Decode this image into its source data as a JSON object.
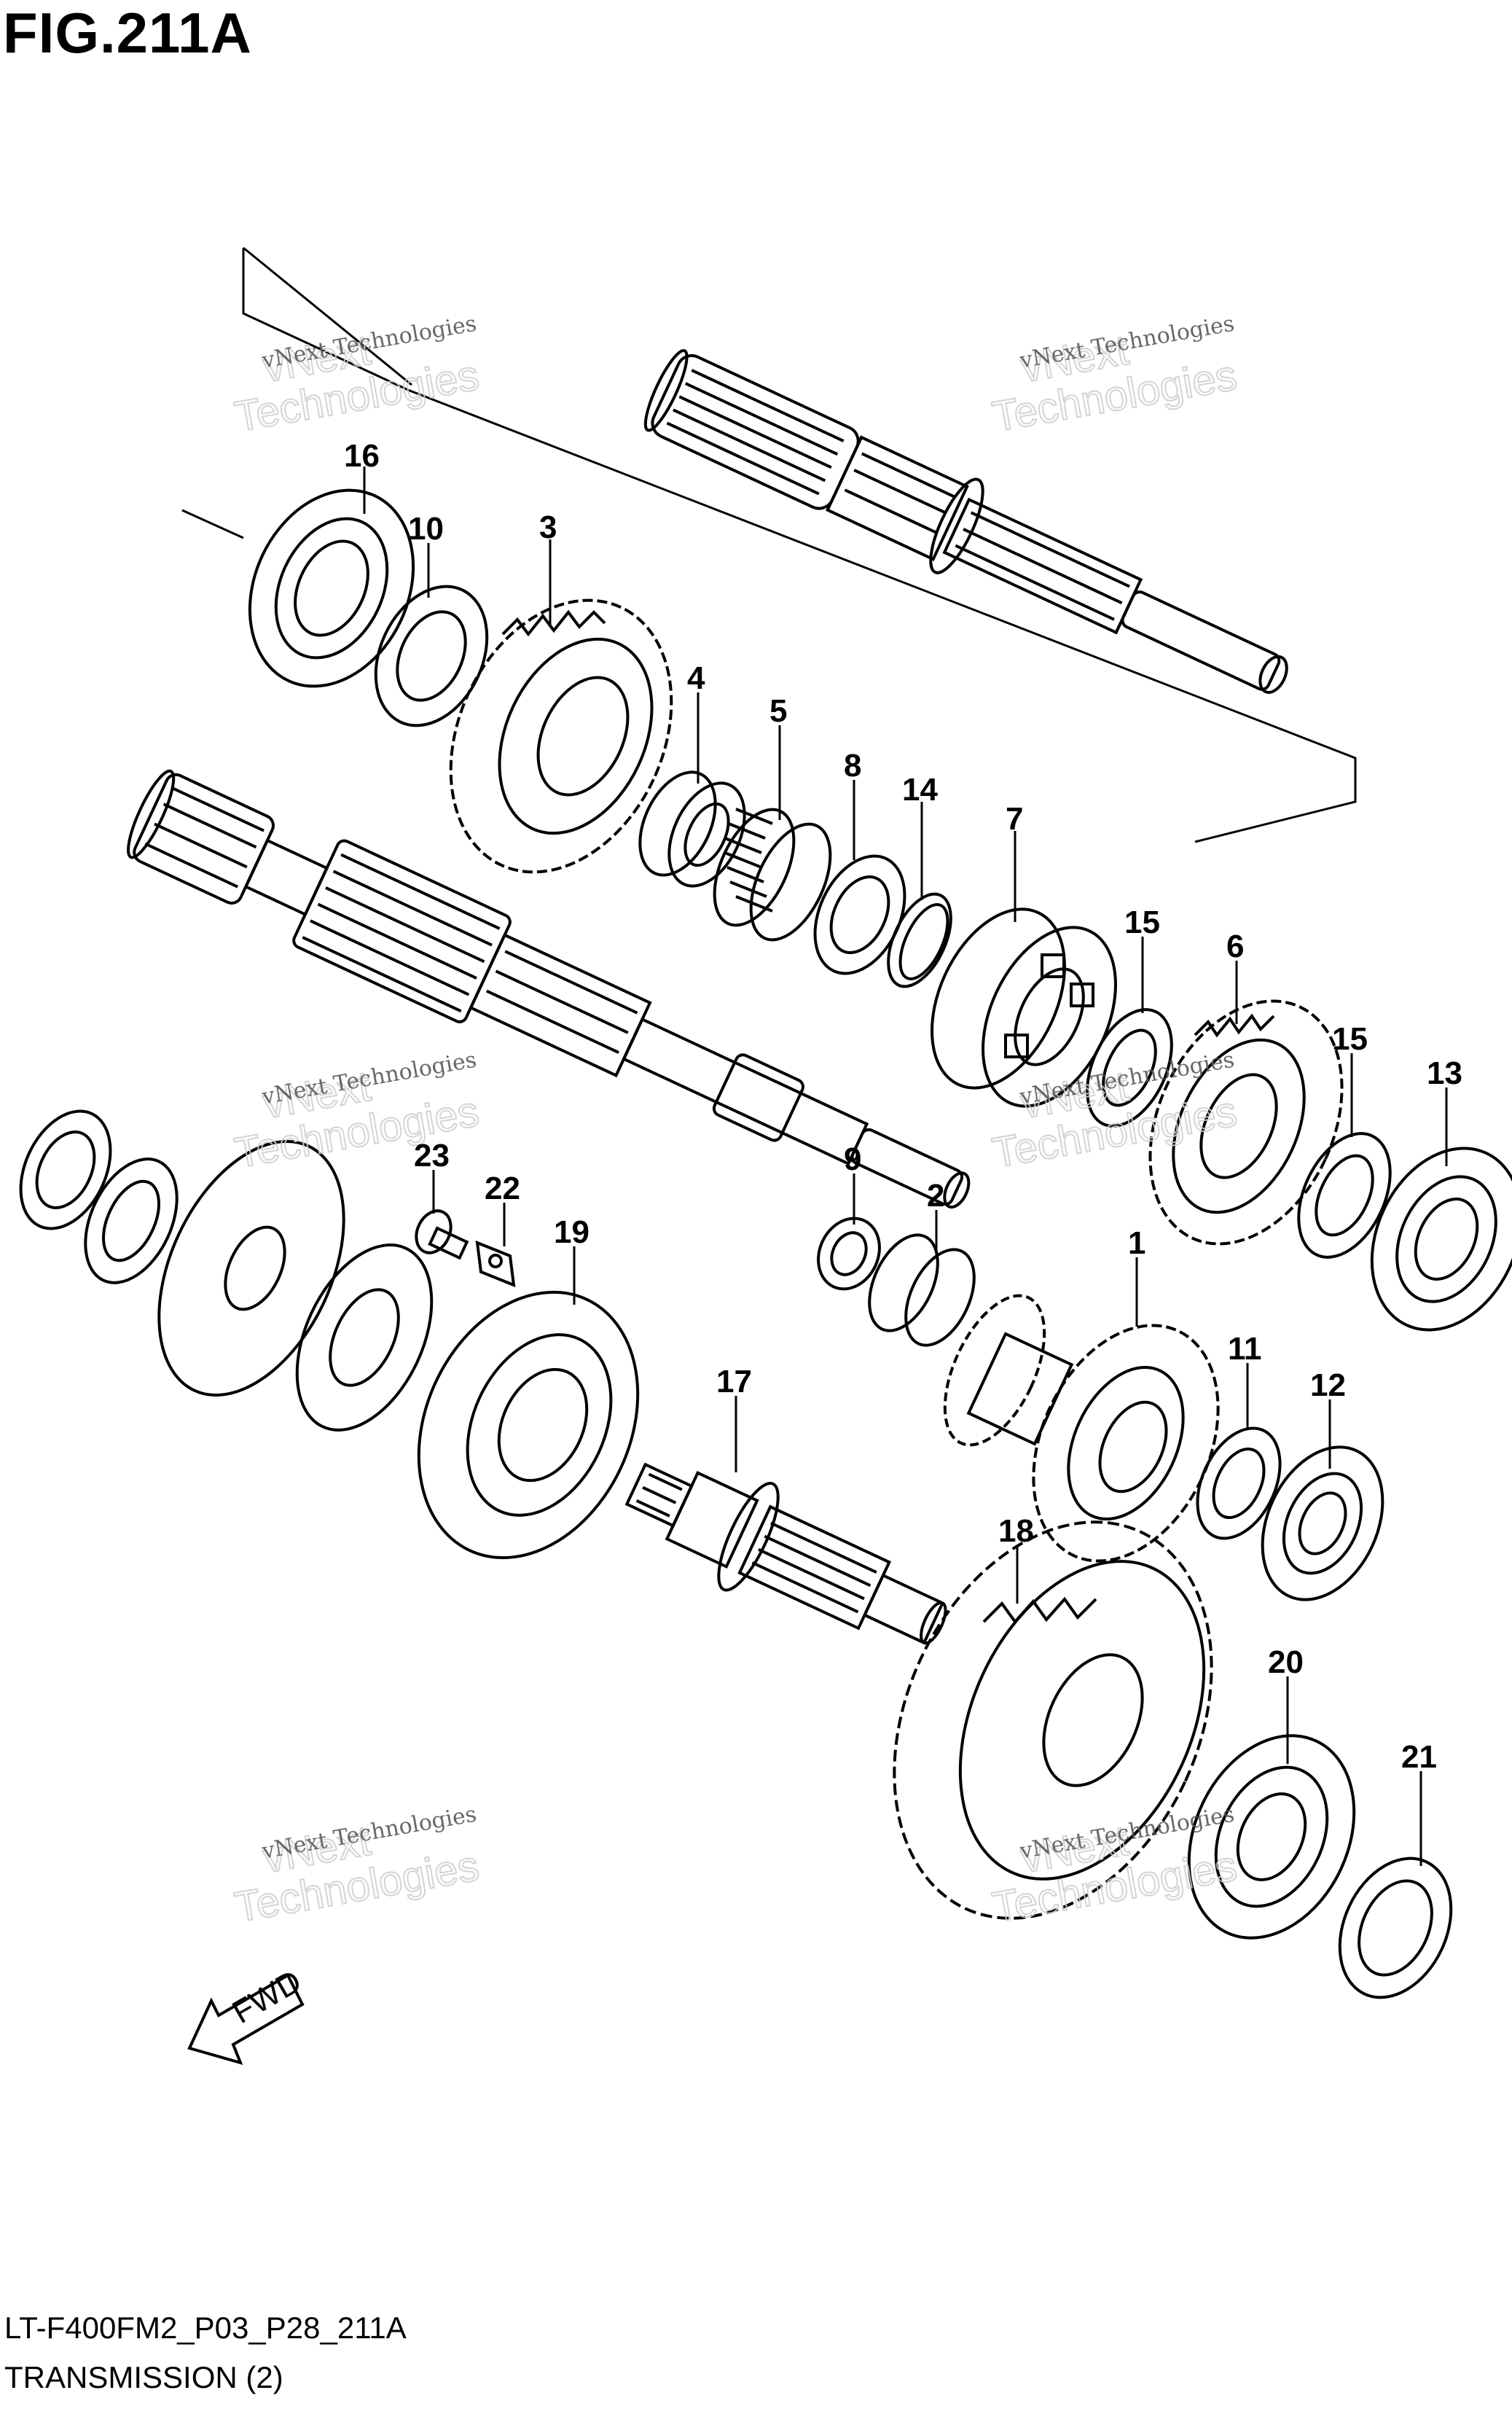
{
  "figure": {
    "title": "FIG.211A",
    "code": "LT-F400FM2_P03_P28_211A",
    "name": "TRANSMISSION (2)"
  },
  "fwd_label": "FWD",
  "watermark": {
    "line1": "vNext Technologies",
    "line2": "vNext",
    "line3": "Technologies"
  },
  "callouts": {
    "1": "1",
    "2": "2",
    "3": "3",
    "4": "4",
    "5": "5",
    "6": "6",
    "7": "7",
    "8": "8",
    "9": "9",
    "10": "10",
    "11": "11",
    "12": "12",
    "13": "13",
    "14": "14",
    "15a": "15",
    "15b": "15",
    "16": "16",
    "17": "17",
    "18": "18",
    "19": "19",
    "20": "20",
    "21": "21",
    "22": "22",
    "23": "23"
  }
}
